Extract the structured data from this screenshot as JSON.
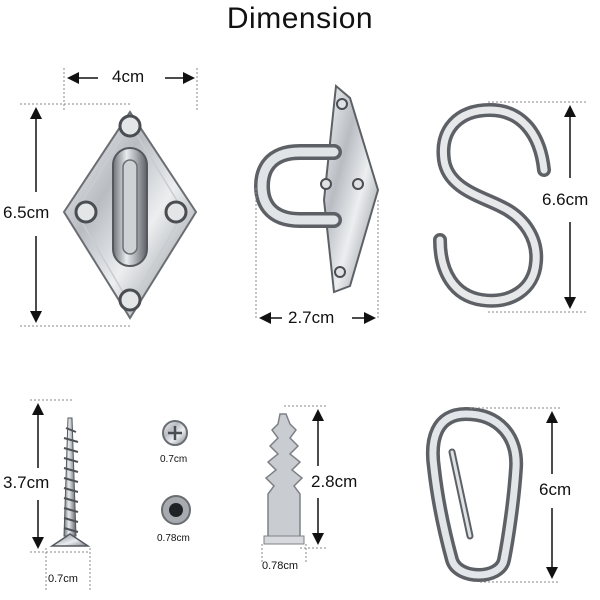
{
  "title": "Dimension",
  "items": {
    "pad_eye_front": {
      "width": "4cm",
      "height": "6.5cm"
    },
    "pad_eye_side": {
      "depth": "2.7cm"
    },
    "s_hook": {
      "height": "6.6cm"
    },
    "screw": {
      "length": "3.7cm",
      "diameter": "0.7cm"
    },
    "screw_head": {
      "label": "0.7cm"
    },
    "anchor_end": {
      "label": "0.78cm"
    },
    "wall_anchor": {
      "length": "2.8cm",
      "diameter": "0.78cm"
    },
    "carabiner": {
      "length": "6cm"
    }
  },
  "colors": {
    "metal_light": "#e8eaec",
    "metal_mid": "#a9adb2",
    "metal_dark": "#5d6166",
    "line": "#111111",
    "guide": "#999999"
  }
}
